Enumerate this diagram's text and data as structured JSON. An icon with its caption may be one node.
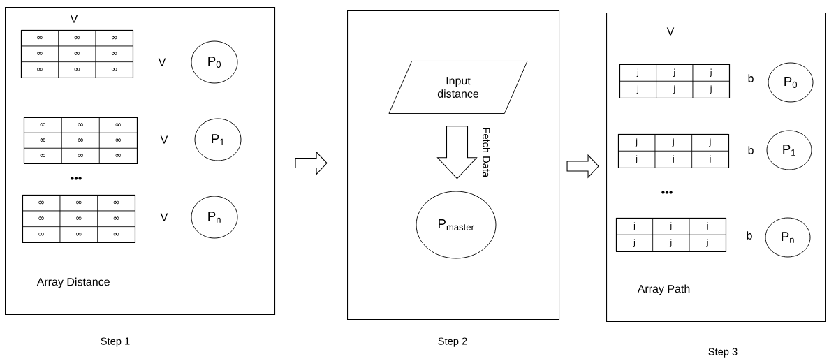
{
  "diagram": {
    "nodes": [
      {
        "text": [
          "Array Distance"
        ],
        "beside": [
          "Step 1"
        ]
      },
      {
        "text": [
          "∞",
          "∞",
          "∞",
          "∞",
          "∞",
          "∞",
          "∞",
          "∞",
          "∞"
        ],
        "in": 0
      },
      {
        "text": [
          "P$_{0}$"
        ],
        "in": 0
      },
      {
        "text": [
          "∞",
          "∞",
          "∞",
          "∞",
          "∞",
          "∞",
          "∞",
          "∞",
          "∞"
        ],
        "in": 0
      },
      {
        "text": [
          "P$_{1}$"
        ],
        "in": 0
      },
      {
        "text": [
          "∞",
          "∞",
          "∞",
          "∞",
          "∞",
          "∞",
          "∞",
          "∞",
          "∞"
        ],
        "in": 0
      },
      {
        "text": [
          "P$_{n}$"
        ],
        "in": 0
      },
      {
        "text": [],
        "shape": "box",
        "beside": [
          "Step 2"
        ]
      },
      {
        "text": [
          "Input distance"
        ],
        "in": 7
      },
      {
        "text": [
          "P$_{master}$"
        ],
        "in": 7
      },
      {
        "text": [
          "Array Path"
        ],
        "beside": [
          "Step 3"
        ]
      },
      {
        "text": [
          "j",
          "j",
          "j",
          "j",
          "j",
          "j"
        ],
        "in": 10
      },
      {
        "text": [
          "P$_{0}$"
        ],
        "in": 10
      },
      {
        "text": [
          "j",
          "j",
          "j",
          "j",
          "j",
          "j"
        ],
        "in": 10
      },
      {
        "text": [
          "P$_{1}$"
        ],
        "in": 10
      },
      {
        "text": [
          "j",
          "j",
          "j",
          "j",
          "j",
          "j"
        ],
        "in": 10
      },
      {
        "text": [
          "P$_{n}$"
        ],
        "in": 10
      }
    ],
    "edges": [
      {
        "from": 0,
        "to": 7,
        "arrow": "to"
      },
      {
        "from": 8,
        "to": 9,
        "arrow": "to",
        "label": "Fetch Data"
      },
      {
        "from": 7,
        "to": 10,
        "arrow": "to"
      }
    ],
    "labels": [
      "V",
      "V",
      "V",
      "•••",
      "V",
      "V",
      "b",
      "b",
      "•••",
      "b"
    ]
  }
}
